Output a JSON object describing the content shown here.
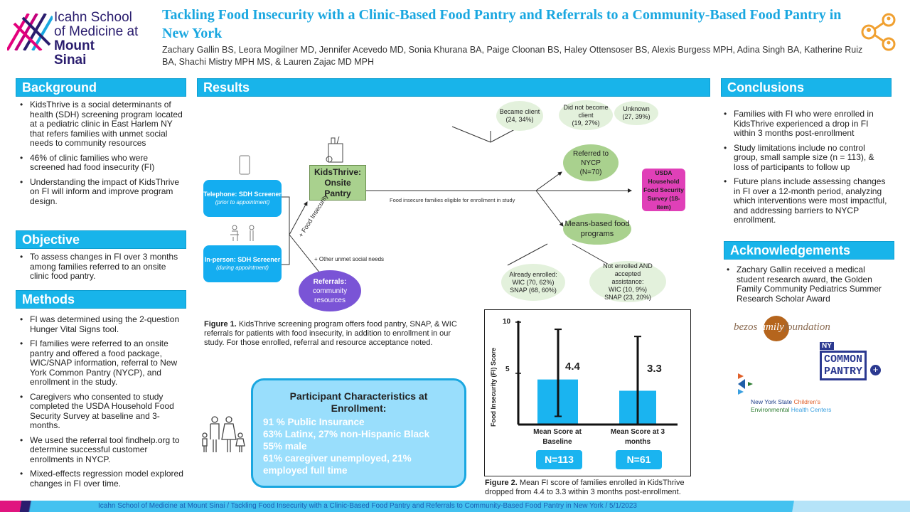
{
  "header": {
    "logo": "Icahn School of Medicine at Mount Sinai",
    "title": "Tackling Food Insecurity with a Clinic-Based Food Pantry and Referrals to a Community-Based Food Pantry in New York",
    "authors": "Zachary Gallin BS, Leora Mogilner MD, Jennifer Acevedo MD, Sonia Khurana BA, Paige Cloonan BS,  Haley Ottensoser BS, Alexis Burgess MPH, Adina Singh BA, Katherine Ruiz BA, Shachi Mistry MPH MS, & Lauren Zajac MD MPH",
    "share_icon": "share-network-icon"
  },
  "background": {
    "heading": "Background",
    "items": [
      "KidsThrive is a social determinants of health (SDH) screening program located at a pediatric clinic in East Harlem NY that refers families with unmet social needs to community resources",
      "46% of clinic families who were screened had food insecurity (FI)",
      "Understanding the impact of KidsThrive on FI will inform and improve program design."
    ]
  },
  "objective": {
    "heading": "Objective",
    "items": [
      "To assess changes in FI over 3 months among families referred to an onsite clinic food pantry."
    ]
  },
  "methods": {
    "heading": "Methods",
    "items": [
      "FI was determined using the 2-question Hunger Vital Signs tool.",
      "FI families were referred to an onsite pantry and offered a food package, WIC/SNAP information, referral to New York Common Pantry (NYCP), and enrollment in the study.",
      "Caregivers who consented to study completed the USDA Household Food Security Survey at baseline and 3-months.",
      "We used the referral tool findhelp.org to determine successful customer enrollments in NYCP.",
      "Mixed-effects regression model explored changes in FI over time."
    ]
  },
  "results": {
    "heading": "Results",
    "diagram": {
      "telephone": [
        "Telephone: SDH Screener",
        "(prior to appointment)"
      ],
      "inperson": [
        "In-person: SDH Screener",
        "(during appointment)"
      ],
      "pantry": "KidsThrive: Onsite Pantry",
      "food_insecurity": "+ Food Insecurity",
      "other_needs": "+ Other unmet social needs",
      "referrals": [
        "Referrals:",
        "community resources"
      ],
      "eligible": "Food insecure families eligible for enrollment in study",
      "nycp": [
        "Referred to NYCP",
        "(N=70)"
      ],
      "usda": "USDA Household Food Security Survey (18-item)",
      "means": "Means-based food programs",
      "became": [
        "Became client",
        "(24, 34%)"
      ],
      "didnot": [
        "Did not become client",
        "(19, 27%)"
      ],
      "unknown": [
        "Unknown",
        "(27, 39%)"
      ],
      "already": [
        "Already enrolled:",
        "WIC (70, 62%)",
        "SNAP (68, 60%)"
      ],
      "notenrolled": [
        "Not enrolled AND accepted assistance:",
        "WIC (10, 9%)",
        "SNAP (23, 20%)"
      ]
    },
    "fig1_label": "Figure 1.",
    "fig1_caption": " KidsThrive screening program offers food pantry, SNAP, & WIC referrals for patients with food insecurity, in addition to enrollment in our study. For those enrolled, referral and resource acceptance noted.",
    "participants": {
      "heading": "Participant Characteristics at Enrollment:",
      "items": [
        "91 % Public Insurance",
        "63% Latinx, 27% non-Hispanic Black",
        "55% male",
        "61% caregiver unemployed, 21% employed full time"
      ]
    },
    "fig2_label": "Figure 2.",
    "fig2_caption": " Mean FI score of families enrolled in KidsThrive dropped from 4.4 to 3.3 within 3 months post-enrollment."
  },
  "chart_data": {
    "type": "bar",
    "ylabel": "Food Insecurity (FI) Score",
    "ylim": [
      0,
      10
    ],
    "yticks": [
      "5",
      "10"
    ],
    "categories": [
      "Mean Score at Baseline",
      "Mean Score at 3 months"
    ],
    "values": [
      4.4,
      3.3
    ],
    "value_labels": [
      "4.4",
      "3.3"
    ],
    "error_bars": [
      [
        0.8,
        9.3
      ],
      [
        0,
        8.6
      ]
    ],
    "n_labels": [
      "N=113",
      "N=61"
    ],
    "bar_color": "#1ab4f0"
  },
  "conclusions": {
    "heading": "Conclusions",
    "items": [
      "Families with FI who were enrolled in KidsThrive experienced a drop in FI within 3 months post-enrollment",
      "Study limitations include no control group, small sample size (n = 113), & loss of participants to follow up",
      "Future plans include assessing changes in FI over a 12-month period, analyzing which interventions were most impactful, and addressing barriers to NYCP enrollment."
    ]
  },
  "acknowledgements": {
    "heading": "Acknowledgements",
    "items": [
      "Zachary Gallin received a medical student research award, the Golden Family Community Pediatrics Summer Research Scholar Award"
    ],
    "logos": [
      "bezos family foundation",
      "NY COMMON PANTRY",
      "New York State Children's Environmental Health Centers"
    ]
  },
  "footer": "Icahn School of Medicine at Mount Sinai / Tackling Food Insecurity with a Clinic-Based Food Pantry and Referrals to Community-Based Food Pantry in New York / 5/1/2023"
}
